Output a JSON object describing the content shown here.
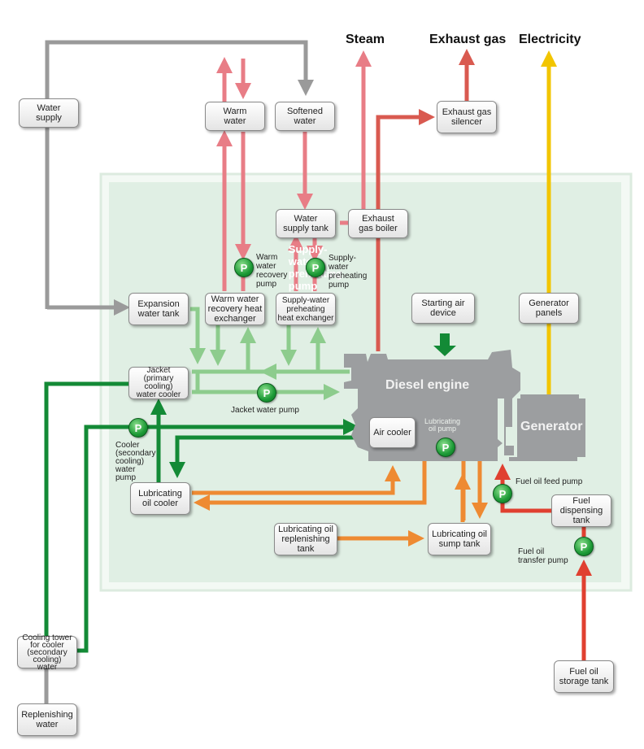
{
  "outputs": {
    "steam": "Steam",
    "exhaust_gas": "Exhaust gas",
    "electricity": "Electricity"
  },
  "colors": {
    "gray_line": "#9a9a9a",
    "warm_red": "#e87d86",
    "exhaust_red": "#d95a50",
    "yellow": "#f2c500",
    "light_green": "#8dcc8d",
    "dark_green": "#138a36",
    "orange": "#ee8a32",
    "fuel_red": "#e04030",
    "engine_gray": "#9c9ea0",
    "plant_bg": "#e0efe4"
  },
  "boxes": {
    "water_supply": "Water\nsupply",
    "warm_water": "Warm\nwater",
    "softened_water": "Softened\nwater",
    "exhaust_silencer": "Exhaust gas\nsilencer",
    "water_supply_tank": "Water\nsupply tank",
    "exhaust_boiler": "Exhaust\ngas boiler",
    "expansion_tank": "Expansion\nwater tank",
    "warm_recovery_hx": "Warm water\nrecovery heat\nexchanger",
    "supply_preheat_hx": "Supply-water\npreheating\nheat exchanger",
    "starting_air": "Starting air\ndevice",
    "generator_panels": "Generator\npanels",
    "jacket_cooler": "Jacket\n(primary cooling)\nwater cooler",
    "air_cooler": "Air cooler",
    "lube_cooler": "Lubricating\noil cooler",
    "lube_replenish": "Lubricating oil\nreplenishing\ntank",
    "lube_sump": "Lubricating oil\nsump tank",
    "fuel_dispensing": "Fuel\ndispensing\ntank",
    "cooling_tower": "Cooling tower\nfor cooler\n(secondary cooling)\nwater",
    "replenishing_water": "Replenishing\nwater",
    "fuel_storage": "Fuel oil\nstorage tank"
  },
  "pumps": {
    "symbol": "P",
    "warm_recovery": "Warm\nwater\nrecovery\npump",
    "supply_preheat": "Supply-\nwater\npreheating\npump",
    "jacket": "Jacket water pump",
    "cooler": "Cooler\n(secondary\ncooling)\nwater\npump",
    "lube_oil": "Lubricating\noil pump",
    "fuel_feed": "Fuel oil feed pump",
    "fuel_transfer": "Fuel oil\ntransfer pump"
  },
  "machines": {
    "engine": "Diesel engine",
    "generator": "Generator"
  }
}
